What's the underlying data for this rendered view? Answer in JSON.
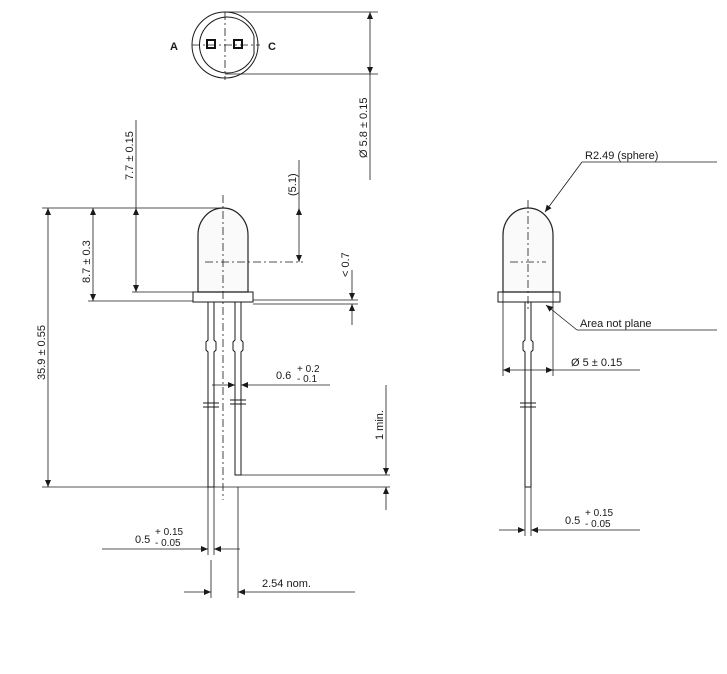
{
  "top_view": {
    "anode_label": "A",
    "cathode_label": "C",
    "diameter_dim": "Ø 5.8 ± 0.15"
  },
  "side_view": {
    "overall_length_dim": "35.9 ± 0.55",
    "lens_height_dim": "8.7 ± 0.3",
    "dome_to_flange_dim": "7.7 ± 0.15",
    "dome_ref_dim": "(5.1)",
    "flange_dim": "< 0.7",
    "lead_width_dim_base": "0.6",
    "lead_width_dim_plus": "+ 0.2",
    "lead_width_dim_minus": "- 0.1",
    "lead_offset_dim": "1 min.",
    "lead_thickness_dim_base": "0.5",
    "lead_thickness_dim_plus": "+ 0.15",
    "lead_thickness_dim_minus": "- 0.05",
    "pitch_dim": "2.54 nom."
  },
  "front_view": {
    "radius_label": "R2.49 (sphere)",
    "area_note": "Area not plane",
    "body_diameter_dim": "Ø 5 ± 0.15",
    "lead_thickness_dim_base": "0.5",
    "lead_thickness_dim_plus": "+ 0.15",
    "lead_thickness_dim_minus": "- 0.05"
  }
}
